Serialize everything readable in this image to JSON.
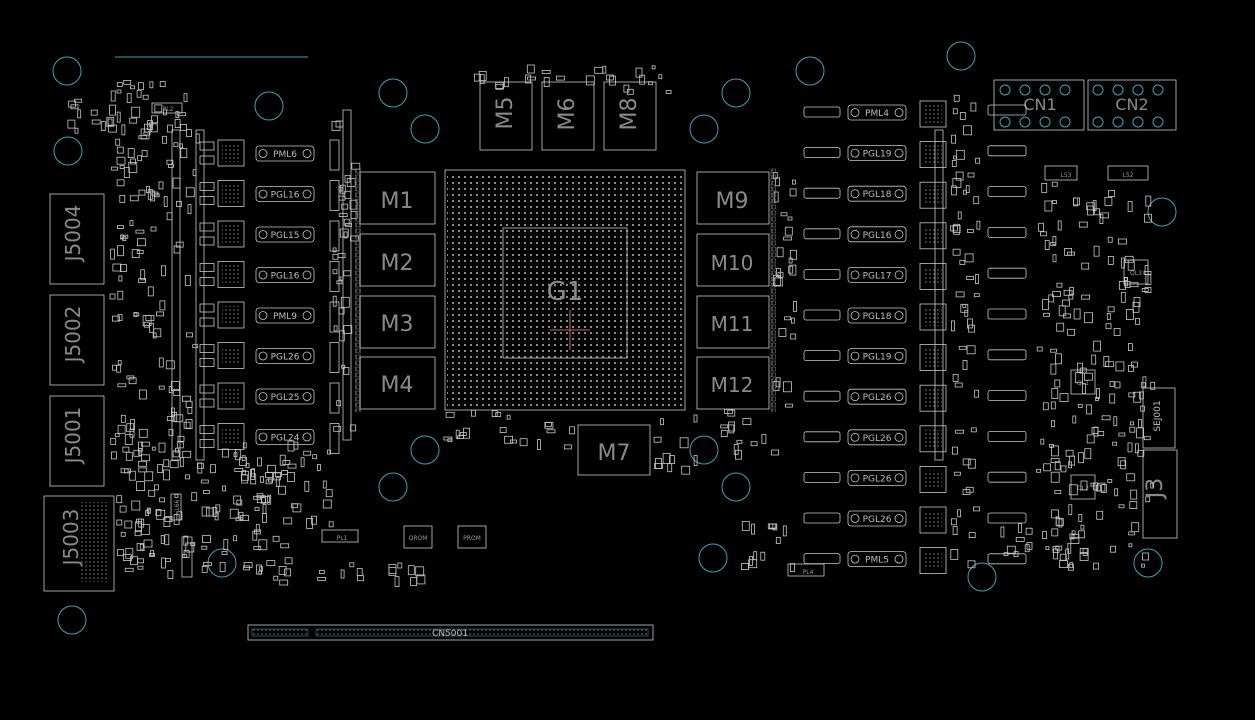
{
  "board": {
    "gpu": "G1",
    "memory_chips": [
      "M1",
      "M2",
      "M3",
      "M4",
      "M5",
      "M6",
      "M7",
      "M8",
      "M9",
      "M10",
      "M11",
      "M12"
    ],
    "connectors": [
      "J5004",
      "J5002",
      "J5001",
      "J5003",
      "J3",
      "CN5001"
    ],
    "power_inputs": [
      "CN1",
      "CN2"
    ],
    "module_label": "SEJ001",
    "small_labels": [
      "PL2",
      "PL1",
      "PL4",
      "QROM",
      "PROM",
      "L66",
      "L53",
      "L52",
      "QL1",
      "QL2",
      "QL3"
    ],
    "left_phase_labels": [
      "PML6",
      "PGL16",
      "PGL15",
      "PGL16",
      "PML9",
      "PGL26",
      "PGL25",
      "PGL24"
    ],
    "right_phase_labels": [
      "PML4",
      "PGL19",
      "PGL18",
      "PGL16",
      "PGL17",
      "PGL18",
      "PGL19",
      "PGL26",
      "PGL26",
      "PGL26",
      "PGL26",
      "PML5"
    ],
    "colors": {
      "background": "#000000",
      "outline": "#c8c8c8",
      "via_ring": "#3aa3b5",
      "crosshair": "#c0607a"
    }
  }
}
